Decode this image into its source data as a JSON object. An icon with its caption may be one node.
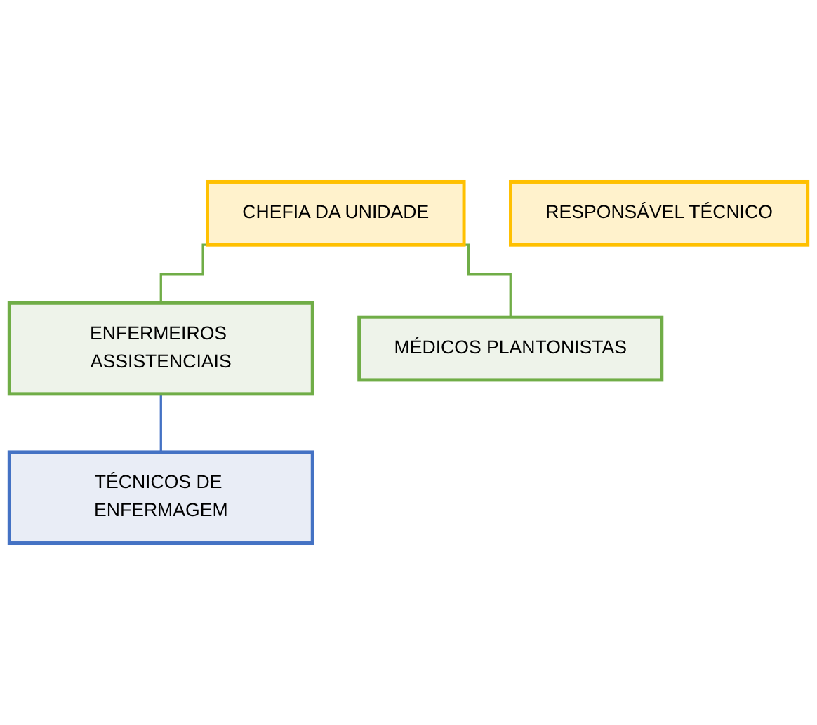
{
  "diagram": {
    "nodes": [
      {
        "text": [
          "CHEFIA DA UNIDADE"
        ]
      },
      {
        "text": [
          "RESPONSÁVEL TÉCNICO"
        ]
      },
      {
        "text": [
          "ENFERMEIROS ASSISTENCIAIS"
        ]
      },
      {
        "text": [
          "MÉDICOS PLANTONISTAS"
        ]
      },
      {
        "text": [
          "TÉCNICOS DE ENFERMAGEM"
        ]
      }
    ],
    "edges": [
      {
        "from": 0,
        "to": 2,
        "arrow": "none"
      },
      {
        "from": 0,
        "to": 3,
        "arrow": "none"
      },
      {
        "from": 2,
        "to": 4,
        "arrow": "none",
        "color": "#4472c4"
      }
    ]
  }
}
